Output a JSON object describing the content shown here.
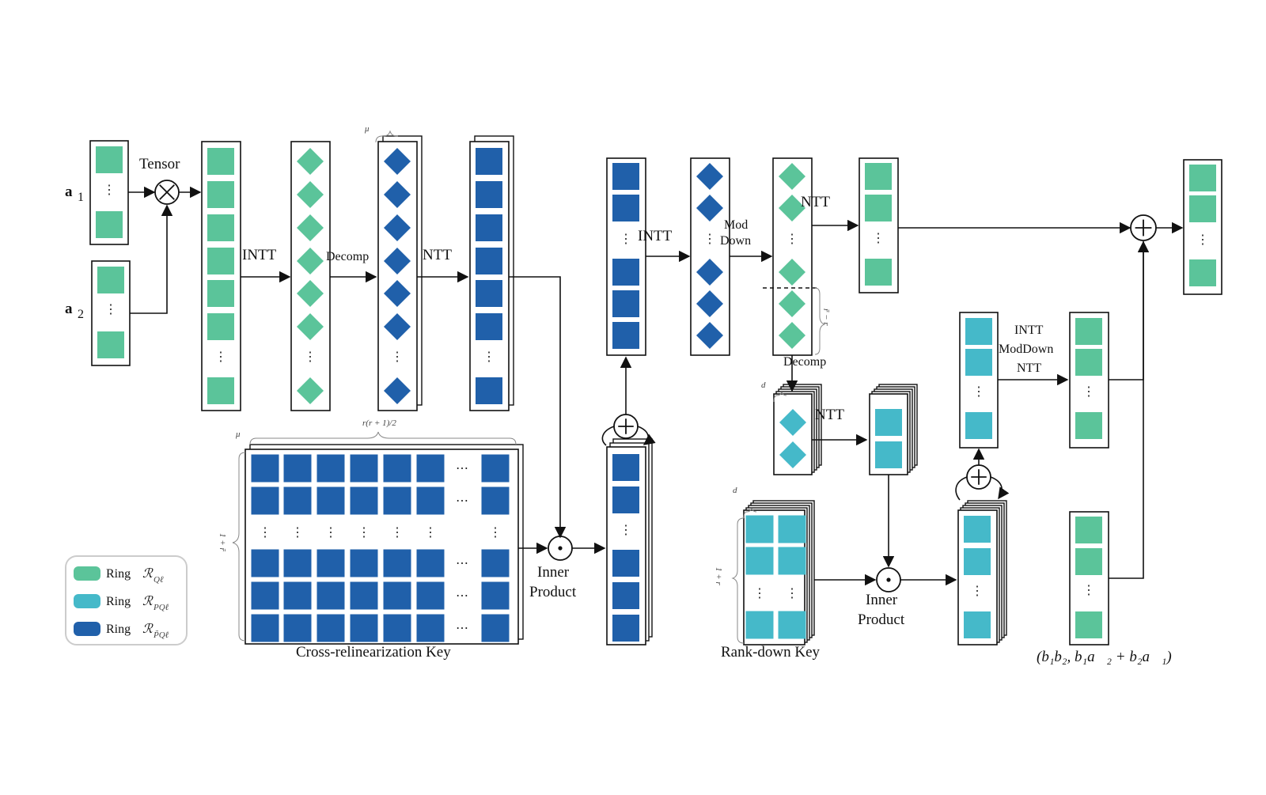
{
  "colors": {
    "ring_q": "#5BC49A",
    "ring_pq": "#45B9C9",
    "ring_ptilde": "#2060AA",
    "stroke": "#111111"
  },
  "inputs": {
    "a1": "a⃗₁",
    "a2": "a⃗₂",
    "a1_base": "a",
    "a1_sub": "1",
    "a2_base": "a",
    "a2_sub": "2"
  },
  "ops": {
    "tensor": "Tensor",
    "intt": "INTT",
    "decomp": "Decomp",
    "ntt": "NTT",
    "mod": "Mod",
    "down": "Down",
    "inner": "Inner",
    "product": "Product",
    "final_intt": "INTT",
    "final_moddown": "ModDown",
    "final_ntt": "NTT"
  },
  "braces": {
    "mu": "μ",
    "r_r1_2": "r(r + 1)/2",
    "one_plus_r": "1 + r̃",
    "r_minus_r": "r̃ − r",
    "d": "d",
    "one_plus_r2": "1 + r"
  },
  "keys": {
    "cross": "Cross-relinearization Key",
    "rankdown": "Rank-down Key"
  },
  "output_formula": "(b₁b₂, b₁a⃗₂ + b₂a⃗₁)",
  "legend": [
    {
      "label": "Ring",
      "ring": "ℛ",
      "sub": "Qℓ",
      "color_key": "ring_q"
    },
    {
      "label": "Ring",
      "ring": "ℛ",
      "sub": "PQℓ",
      "color_key": "ring_pq"
    },
    {
      "label": "Ring",
      "ring": "ℛ",
      "sub": "P̃Qℓ",
      "color_key": "ring_ptilde"
    }
  ]
}
